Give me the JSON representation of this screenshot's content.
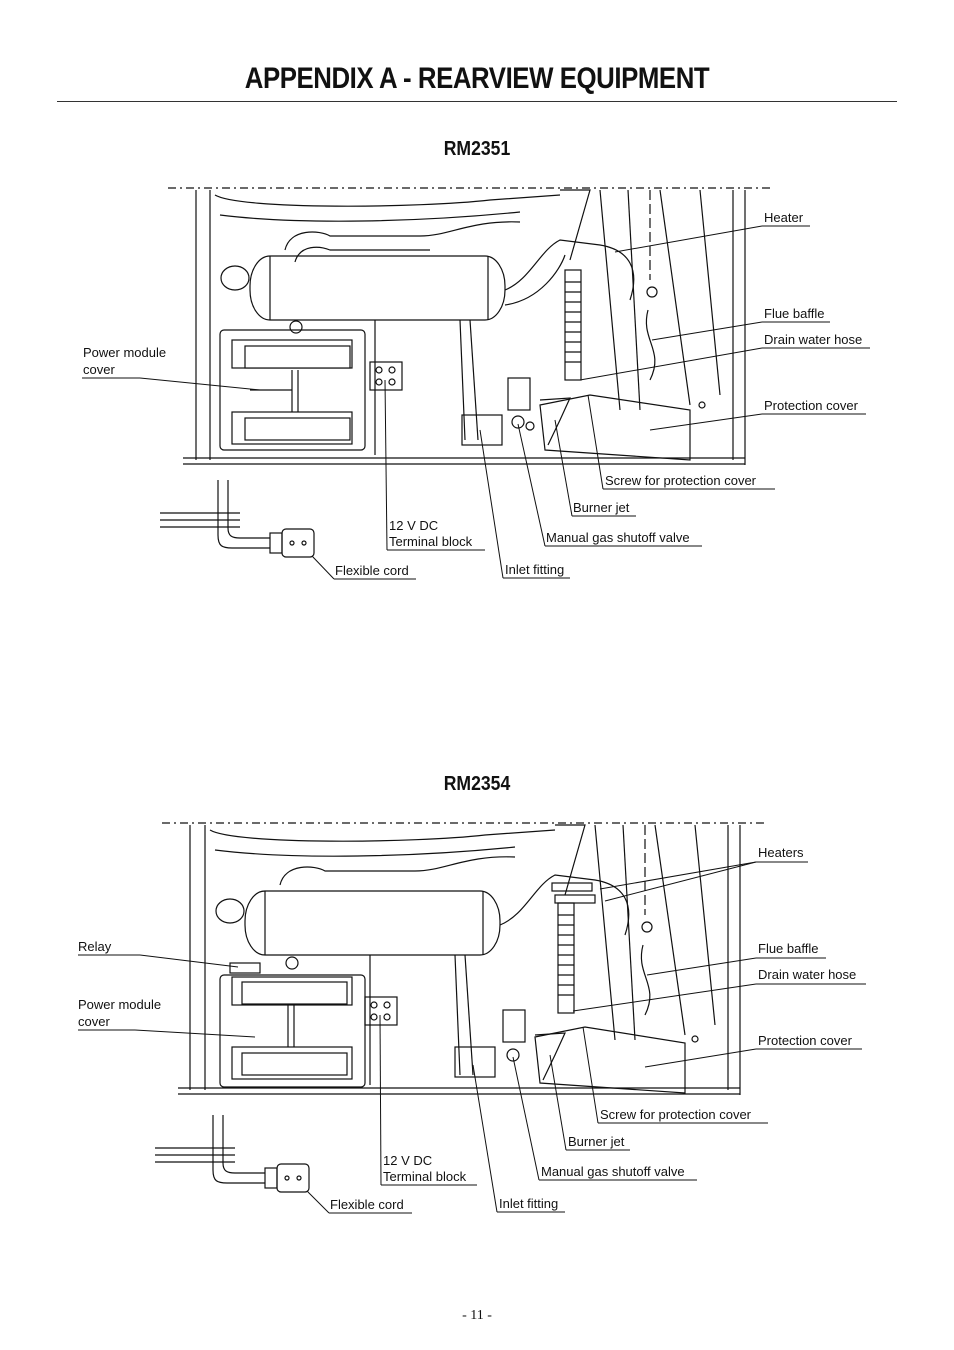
{
  "page": {
    "title": "APPENDIX A - REARVIEW EQUIPMENT",
    "page_number": "- 11 -"
  },
  "figures": [
    {
      "model": "RM2351",
      "labels": {
        "heater": "Heater",
        "flue_baffle": "Flue baffle",
        "drain_water_hose": "Drain water hose",
        "protection_cover": "Protection cover",
        "power_module_cover_1": "Power module",
        "power_module_cover_2": "cover",
        "screw_protection_cover": "Screw for protection cover",
        "burner_jet": "Burner jet",
        "terminal_block_1": "12 V DC",
        "terminal_block_2": "Terminal block",
        "manual_gas_valve": "Manual gas shutoff valve",
        "flexible_cord": "Flexible cord",
        "inlet_fitting": "Inlet fitting"
      }
    },
    {
      "model": "RM2354",
      "labels": {
        "heaters": "Heaters",
        "relay": "Relay",
        "flue_baffle": "Flue baffle",
        "drain_water_hose": "Drain water hose",
        "power_module_cover_1": "Power module",
        "power_module_cover_2": "cover",
        "protection_cover": "Protection cover",
        "screw_protection_cover": "Screw for protection cover",
        "burner_jet": "Burner jet",
        "terminal_block_1": "12 V DC",
        "terminal_block_2": "Terminal block",
        "manual_gas_valve": "Manual gas shutoff valve",
        "flexible_cord": "Flexible cord",
        "inlet_fitting": "Inlet fitting"
      }
    }
  ]
}
